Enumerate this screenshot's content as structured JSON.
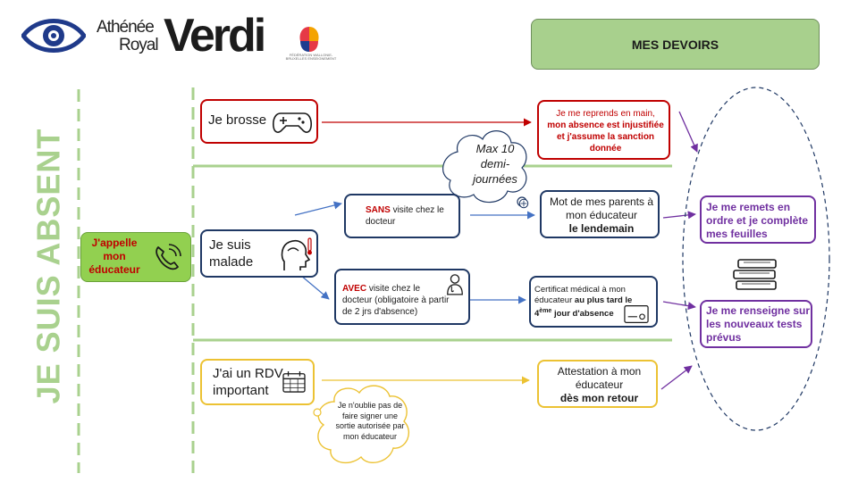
{
  "header": {
    "brand_line1": "Athénée",
    "brand_line2": "Royal",
    "brand_name": "Verdi",
    "fwb_caption": "FÉDÉRATION WALLONIE-BRUXELLES ENSEIGNEMENT",
    "mes_devoirs": "MES DEVOIRS"
  },
  "title_vertical": "JE SUIS ABSENT",
  "appelle": {
    "text": "J'appelle mon éducateur"
  },
  "cases": {
    "brosse": {
      "label": "Je brosse"
    },
    "malade": {
      "label": "Je suis malade"
    },
    "rdv": {
      "label": "J'ai un RDV important"
    }
  },
  "sans": {
    "strong": "SANS",
    "rest": " visite chez le docteur"
  },
  "avec": {
    "strong": "AVEC",
    "rest": " visite chez le docteur (obligatoire à partir de 2 jrs d'absence)"
  },
  "outcomes": {
    "brosse_line1": "Je me reprends en main,",
    "brosse_line2": "mon absence est injustifiée et j'assume la sanction donnée",
    "mot_parents_1": "Mot de mes parents à mon éducateur",
    "mot_parents_2": "le lendemain",
    "certificat_1": "Certificat médical à mon éducateur ",
    "certificat_2": "au plus tard le 4",
    "certificat_sup": "ème",
    "certificat_3": " jour d'absence",
    "attestation_1": "Attestation à mon éducateur",
    "attestation_2": "dès mon retour"
  },
  "clouds": {
    "max10": "Max 10 demi-journées",
    "sortie": "Je n'oublie pas de faire signer une sortie autorisée par mon éducateur"
  },
  "devoirs": {
    "remets": "Je me remets en ordre et je complète mes feuilles",
    "renseigne": "Je me renseigne sur les nouveaux tests prévus"
  },
  "colors": {
    "green_title": "#a9d18e",
    "red": "#c00000",
    "navy": "#1f3864",
    "gold": "#ecc233",
    "purple": "#7030a0",
    "green_box": "#92d050"
  },
  "icons": [
    "eye-logo-icon",
    "phone-icon",
    "gamepad-icon",
    "sick-head-icon",
    "calendar-icon",
    "doctor-icon",
    "books-icon",
    "certificate-icon"
  ]
}
